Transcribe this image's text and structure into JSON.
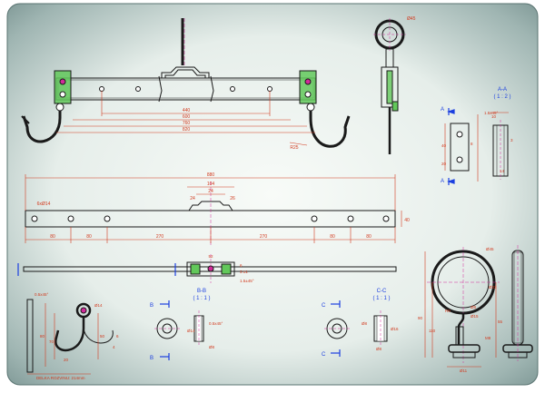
{
  "colors": {
    "background_center": "#f8fbf8",
    "background_edge": "#6f8a88",
    "line": "#1a1a1a",
    "dimension": "#d23a1e",
    "centerline": "#d22a9a",
    "highlight": "#62c85a",
    "section_arrow": "#1b3fe0"
  },
  "top_assembly": {
    "dims": [
      "440",
      "600",
      "760",
      "820"
    ],
    "radius_right": "R25"
  },
  "bar_drawing": {
    "overall": "880",
    "segments": [
      "80",
      "80",
      "270",
      "270",
      "80",
      "80"
    ],
    "center_dims": [
      "104",
      "24",
      "24",
      "26"
    ],
    "hole_note": "6xØ14",
    "thickness": "40",
    "side_dims": [
      "12",
      "6"
    ]
  },
  "bottom_bar": {
    "center_dim": "52",
    "notes": [
      "6",
      "3 ±1",
      "1.5±45°"
    ]
  },
  "detail_hook": {
    "notes": [
      "0.5x45°",
      "Ø14",
      "80",
      "70",
      "50",
      "20",
      "6",
      "4"
    ],
    "length_note": "DELKA ROZVINU: 214mm"
  },
  "section_b": {
    "title": "B-B",
    "scale": "( 1 : 1 )",
    "letter": "B",
    "notes": [
      "0.5x45°",
      "Ø8",
      "Ø14"
    ]
  },
  "section_c": {
    "title": "C-C",
    "scale": "( 1 : 1 )",
    "letter": "C",
    "notes": [
      "Ø8",
      "Ø16",
      "Ø8"
    ]
  },
  "section_a": {
    "title": "A-A",
    "scale": "( 1 : 2 )",
    "letter": "A",
    "notes": [
      "40",
      "20",
      "8",
      "1.5x45°",
      "3",
      "10",
      "14"
    ]
  },
  "eye_bolt": {
    "notes": [
      "Ø45",
      "Ø33",
      "Ø8",
      "Ø15",
      "R9",
      "90",
      "110",
      "55",
      "M8",
      "Ø11"
    ]
  }
}
